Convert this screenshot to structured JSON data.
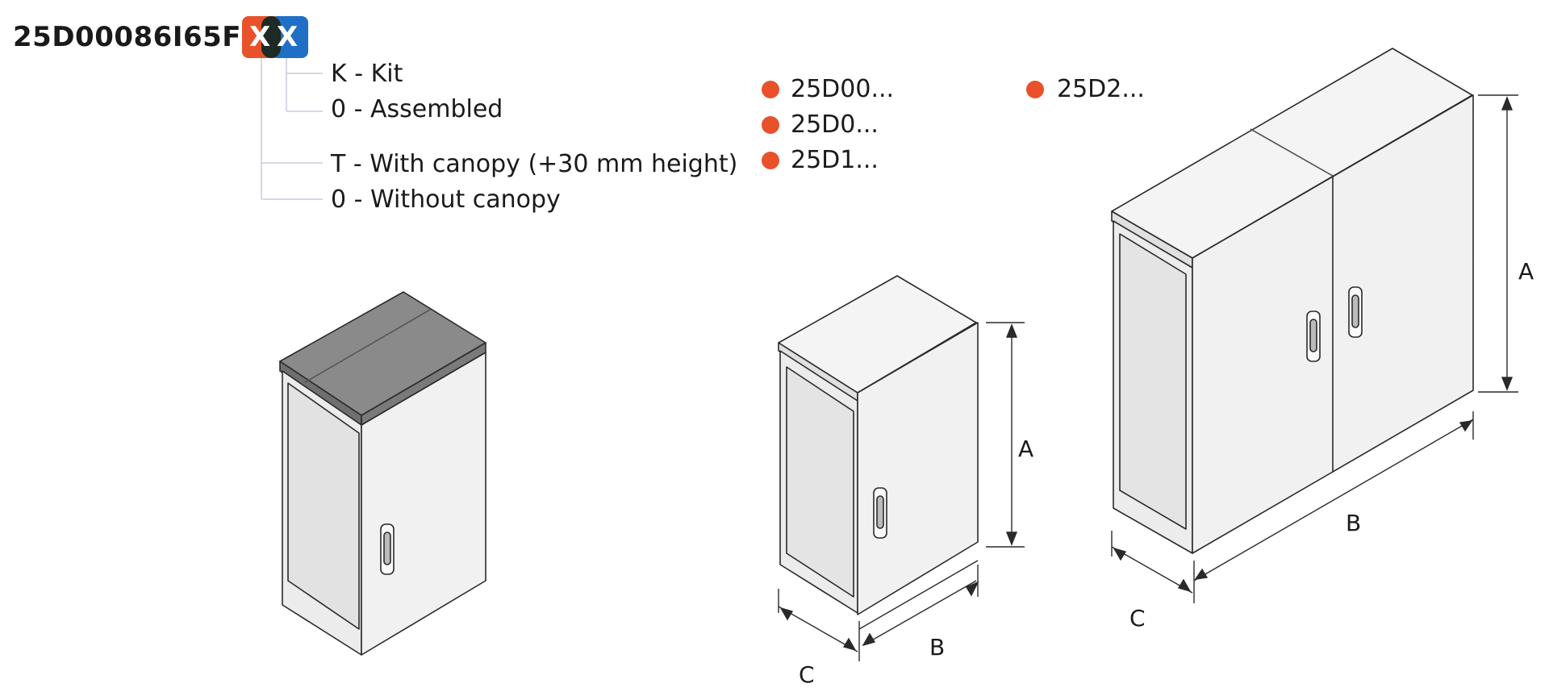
{
  "code": {
    "prefix": "25D00086I65F",
    "x1": "X",
    "x2": "X",
    "x1_color": "#e8512a",
    "x2_color": "#1f6fc6"
  },
  "options": [
    {
      "text": "K - Kit"
    },
    {
      "text": "0 - Assembled"
    },
    {
      "text": "T - With canopy (+30 mm height)"
    },
    {
      "text": "0 - Without canopy"
    }
  ],
  "legend": {
    "dot_color": "#e8512a",
    "items": [
      "25D00...",
      "25D0...",
      "25D1...",
      "25D2..."
    ]
  },
  "dimensions": {
    "small": {
      "a": "A",
      "b": "B",
      "c": "C"
    },
    "large": {
      "a": "A",
      "b": "B",
      "c": "C"
    }
  },
  "icons": [
    "cabinet-with-canopy-icon",
    "single-door-cabinet-icon",
    "double-door-cabinet-icon"
  ]
}
